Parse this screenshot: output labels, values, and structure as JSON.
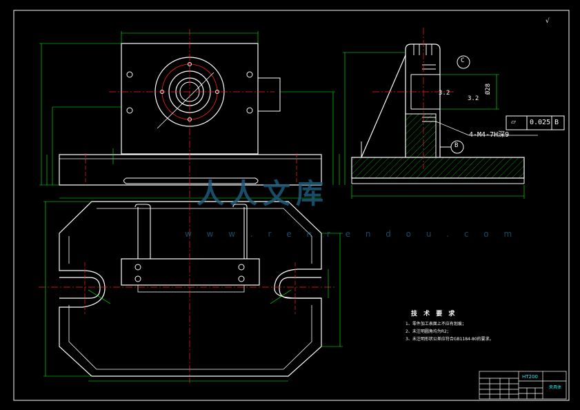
{
  "corner_mark": "√",
  "tech_requirements": {
    "title": "技 术 要 求",
    "items": [
      "1、零件加工表面上不应有划痕；",
      "2、未注明圆角均为R2；",
      "3、未注明形状公差应符合GB1184-80的要求。"
    ]
  },
  "annotations": {
    "thread_note": "4-M4-7H深9",
    "flatness_value": "0.025",
    "datum_b": "B",
    "datum_b_label": "B",
    "datum_c_label": "C",
    "roughness_1": "3.2",
    "roughness_2": "3.2",
    "diameter": "Ø28"
  },
  "title_block": {
    "material": "HT200",
    "part_name": "夹具体"
  },
  "watermark": {
    "text": "人人文库",
    "url": "w w w . r e n r e n d o u . c o m"
  },
  "colors": {
    "background": "#000000",
    "outline": "#ffffff",
    "dimension": "#00ff00",
    "centerline": "#ff2020",
    "hatch": "#00c000",
    "text": "#ffffff",
    "title_text": "#22eeee"
  }
}
